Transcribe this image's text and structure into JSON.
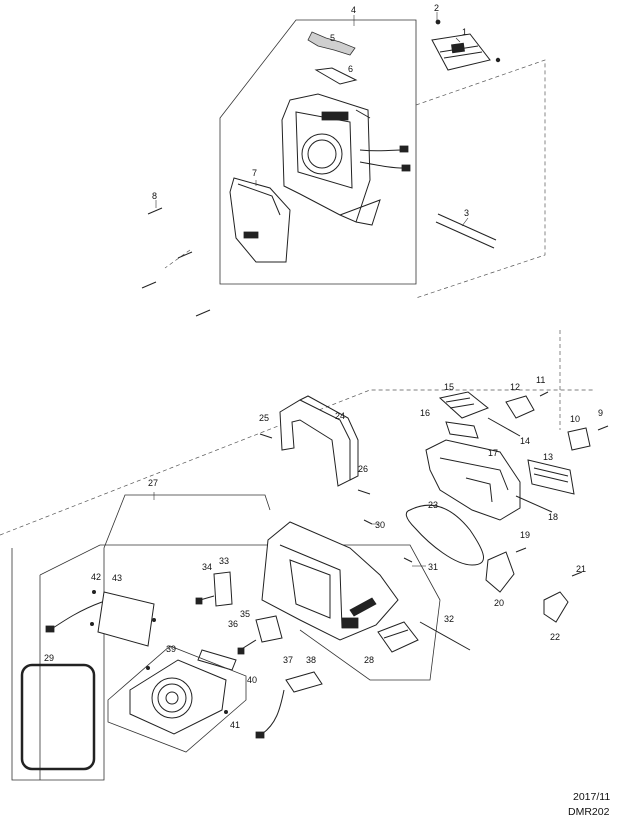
{
  "callouts": [
    "1",
    "2",
    "3",
    "4",
    "5",
    "6",
    "7",
    "8",
    "9",
    "10",
    "11",
    "12",
    "13",
    "14",
    "15",
    "16",
    "17",
    "18",
    "19",
    "20",
    "21",
    "22",
    "23",
    "24",
    "25",
    "26",
    "27",
    "28",
    "29",
    "30",
    "31",
    "32",
    "33",
    "34",
    "35",
    "36",
    "37",
    "38",
    "39",
    "40",
    "41",
    "42",
    "43"
  ],
  "footer": {
    "date": "2017/11",
    "model": "DMR202"
  }
}
